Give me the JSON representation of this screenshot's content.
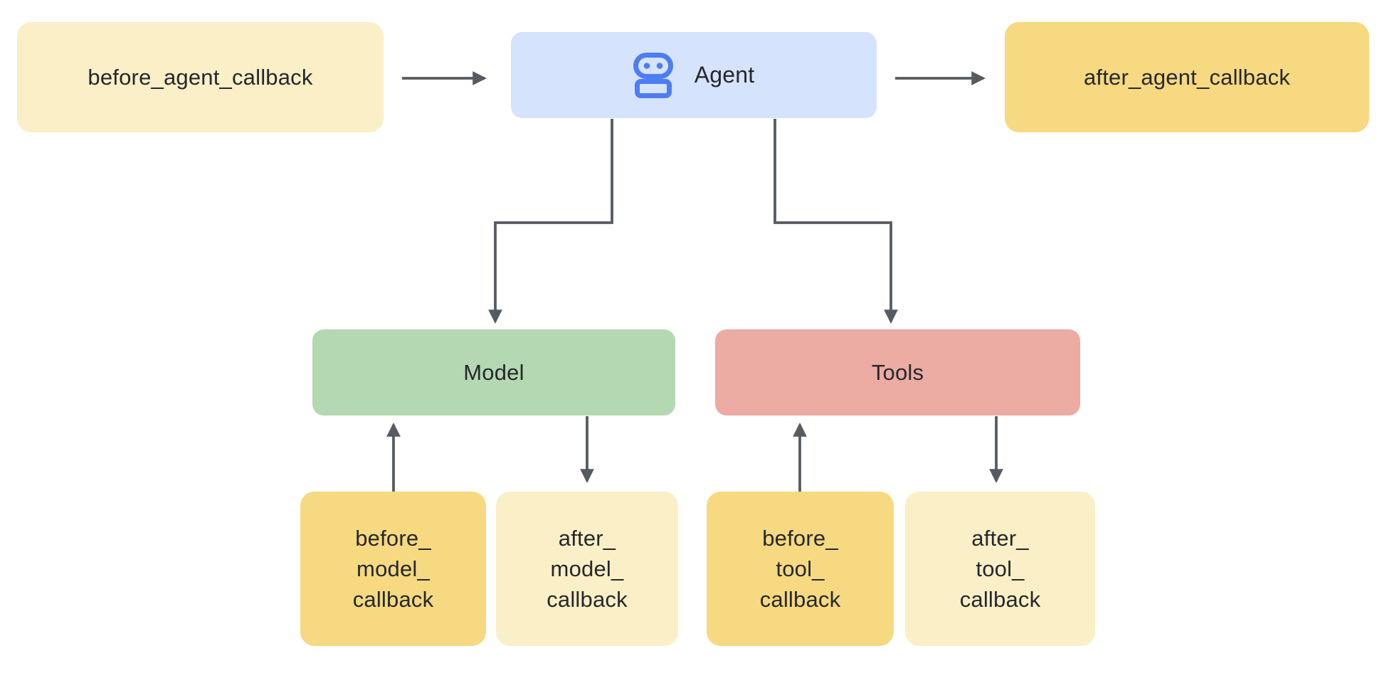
{
  "diagram": {
    "background": "#ffffff",
    "arrow_color": "#565b61",
    "text_color": "#25282c",
    "nodes": {
      "before_agent_callback": {
        "label": "before_agent_callback",
        "fill": "#faefc6"
      },
      "agent": {
        "label": "Agent",
        "fill": "#d6e3fc",
        "icon": "robot-icon",
        "icon_color": "#4d7df2"
      },
      "after_agent_callback": {
        "label": "after_agent_callback",
        "fill": "#f6d980"
      },
      "model": {
        "label": "Model",
        "fill": "#b4d8b1"
      },
      "tools": {
        "label": "Tools",
        "fill": "#ecaba3"
      },
      "before_model_callback": {
        "label": "before_\nmodel_\ncallback",
        "fill": "#f6d980"
      },
      "after_model_callback": {
        "label": "after_\nmodel_\ncallback",
        "fill": "#faefc6"
      },
      "before_tool_callback": {
        "label": "before_\ntool_\ncallback",
        "fill": "#f6d980"
      },
      "after_tool_callback": {
        "label": "after_\ntool_\ncallback",
        "fill": "#faefc6"
      }
    },
    "edges": [
      "before_agent_callback -> agent",
      "agent -> after_agent_callback",
      "agent -> model",
      "agent -> tools",
      "before_model_callback -> model",
      "model -> after_model_callback",
      "before_tool_callback -> tools",
      "tools -> after_tool_callback"
    ]
  }
}
